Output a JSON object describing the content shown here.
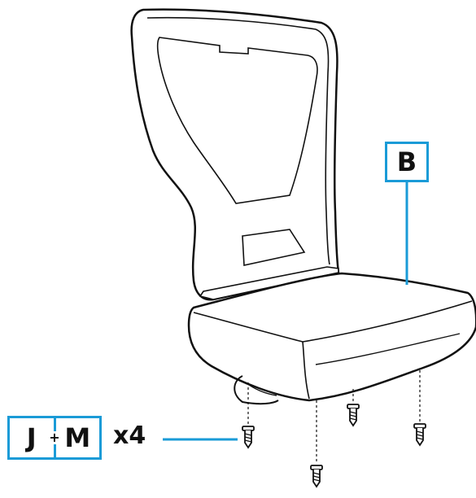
{
  "callouts": {
    "seat_part": "B",
    "screw_part_left": "J",
    "screw_part_joiner": "+",
    "screw_part_right": "M"
  },
  "quantity": "x4",
  "colors": {
    "line": "#111111",
    "callout_blue": "#1a9bd7"
  }
}
